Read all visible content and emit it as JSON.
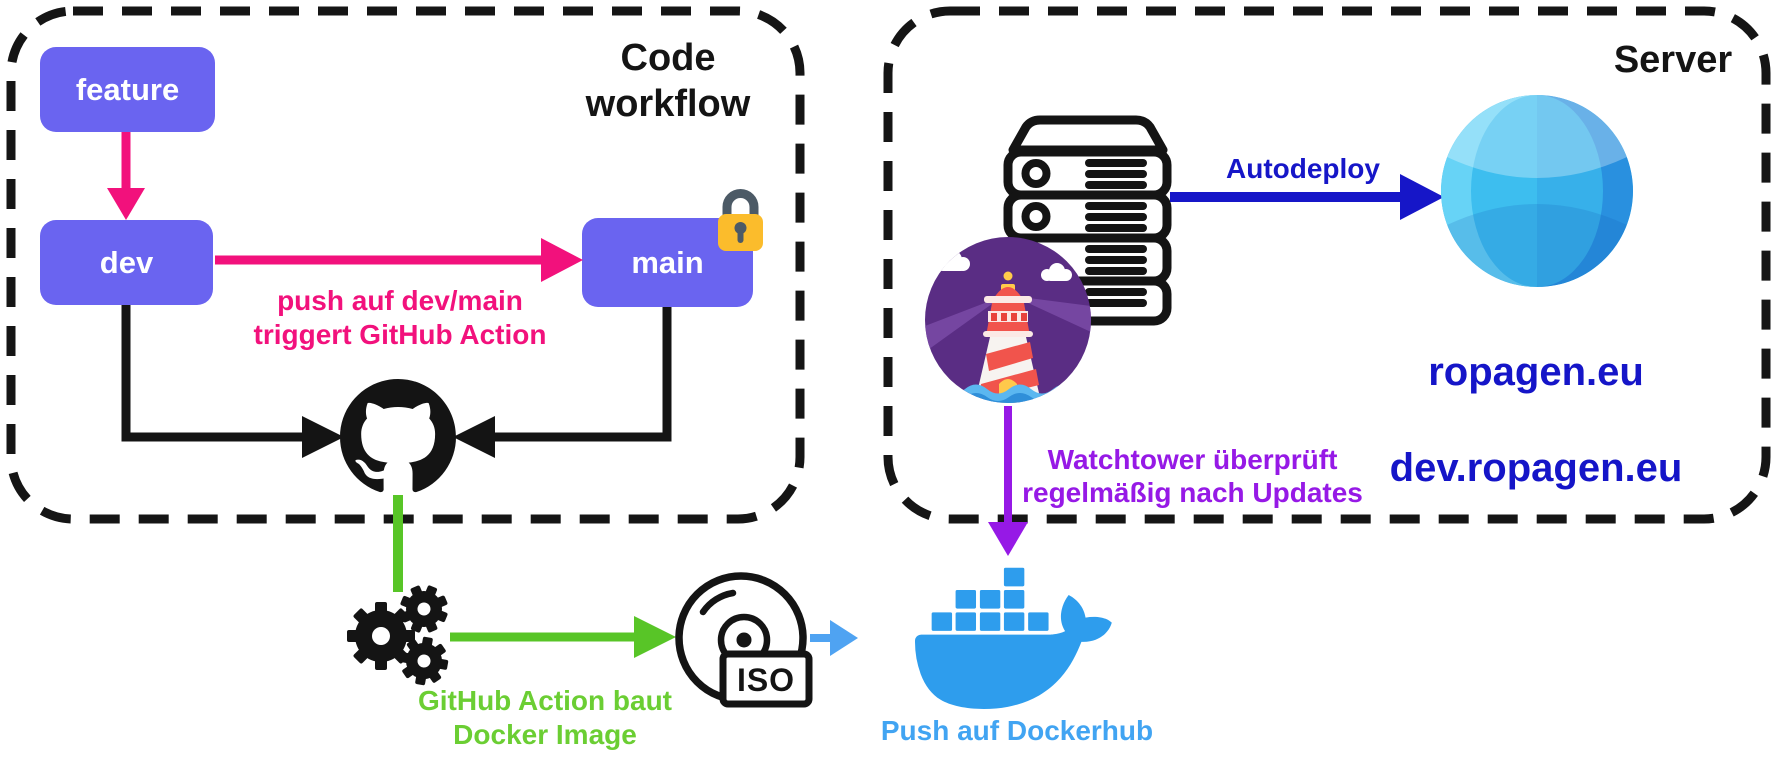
{
  "code_workflow": {
    "title": "Code\nworkflow",
    "nodes": {
      "feature": "feature",
      "dev": "dev",
      "main": "main"
    },
    "push_label": "push auf dev/main\ntriggert GitHub Action"
  },
  "build": {
    "label": "GitHub Action baut\nDocker Image",
    "iso_label": "ISO"
  },
  "docker": {
    "push_label": "Push auf Dockerhub"
  },
  "server": {
    "title": "Server",
    "autodeploy_label": "Autodeploy",
    "domains": [
      "ropagen.eu",
      "dev.ropagen.eu"
    ],
    "watchtower_label": "Watchtower überprüft\nregelmäßig nach Updates"
  },
  "icons": {
    "github": "github-octocat-icon",
    "gears": "build-gears-icon",
    "iso_disc": "iso-disc-icon",
    "docker_whale": "docker-whale-icon",
    "server_stack": "server-stack-icon",
    "lighthouse": "watchtower-lighthouse-icon",
    "globe": "globe-icon",
    "lock": "lock-icon"
  },
  "colors": {
    "branch_box": "#6A64F0",
    "pink": "#F2117C",
    "green_arrow": "#58C527",
    "green_text": "#6BCE33",
    "black": "#141414",
    "dark_blue": "#1616C8",
    "light_blue_arrow": "#4FA3F2",
    "docker_blue": "#2E9DED",
    "dockerhub_text": "#41A4F2",
    "purple": "#9619E6",
    "lock_yellow": "#FBBC2C",
    "lock_shackle": "#4C5A66",
    "lighthouse_bg": "#5A2D84"
  }
}
